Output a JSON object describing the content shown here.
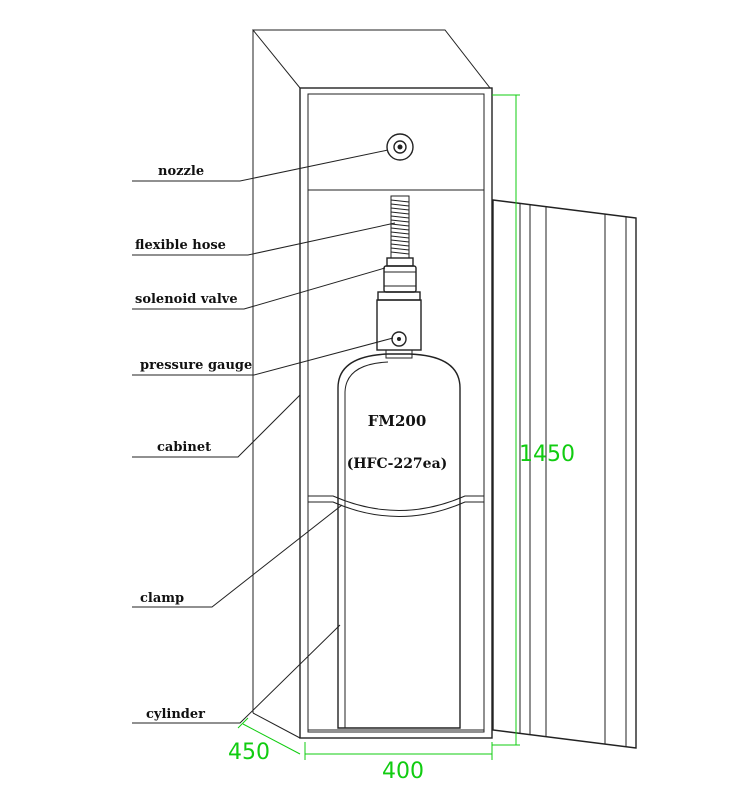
{
  "labels": {
    "nozzle": "nozzle",
    "flexible_hose": "flexible hose",
    "solenoid_valve": "solenoid valve",
    "pressure_gauge": "pressure gauge",
    "cabinet": "cabinet",
    "clamp": "clamp",
    "cylinder": "cylinder"
  },
  "cylinder_text": {
    "model": "FM200",
    "agent": "(HFC-227ea)"
  },
  "dimensions": {
    "height": "1450",
    "depth": "450",
    "width": "400"
  },
  "colors": {
    "dimension": "#11cc11",
    "line": "#222222"
  }
}
